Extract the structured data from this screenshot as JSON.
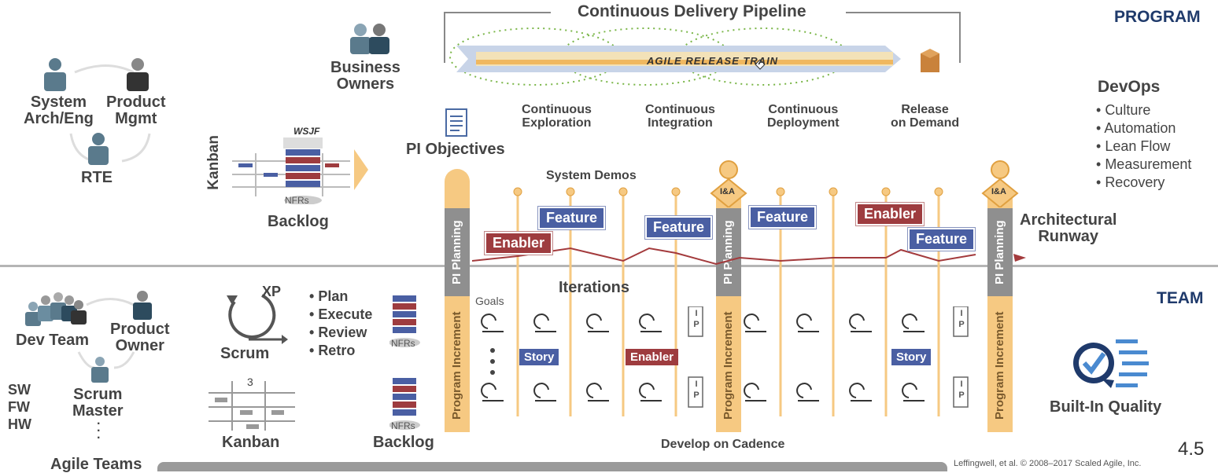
{
  "corners": {
    "program": "PROGRAM",
    "team": "TEAM",
    "slide_number": "4.5"
  },
  "program_roles": {
    "system_arch": "System\nArch/Eng",
    "product_mgmt": "Product\nMgmt",
    "rte": "RTE"
  },
  "business_owners": "Business\nOwners",
  "program_backlog": {
    "kanban": "Kanban",
    "wsjf": "WSJF",
    "nfrs": "NFRs",
    "backlog": "Backlog"
  },
  "pipeline": {
    "title": "Continuous Delivery Pipeline",
    "art": "AGILE RELEASE TRAIN",
    "stages": [
      "Continuous\nExploration",
      "Continuous\nIntegration",
      "Continuous\nDeployment",
      "Release\non Demand"
    ]
  },
  "pi_objectives": "PI Objectives",
  "system_demos": "System Demos",
  "devops": {
    "title": "DevOps",
    "items": [
      "Culture",
      "Automation",
      "Lean Flow",
      "Measurement",
      "Recovery"
    ]
  },
  "architectural_runway": "Architectural\nRunway",
  "program_items": [
    "Enabler",
    "Feature",
    "Feature",
    "Feature",
    "Enabler",
    "Feature"
  ],
  "iterations": "Iterations",
  "goals": "Goals",
  "team_roles": {
    "dev_team": "Dev Team",
    "product_owner": "Product\nOwner",
    "scrum_master": "Scrum\nMaster",
    "agile_teams": "Agile Teams",
    "disciplines": [
      "SW",
      "FW",
      "HW"
    ]
  },
  "scrum": {
    "xp": "XP",
    "scrum": "Scrum",
    "steps": [
      "Plan",
      "Execute",
      "Review",
      "Retro"
    ]
  },
  "team_kanban": {
    "label": "Kanban",
    "wip": "3"
  },
  "team_backlog": {
    "nfrs": "NFRs",
    "label": "Backlog"
  },
  "team_items": [
    "Story",
    "Enabler",
    "Story"
  ],
  "pi_planning": "PI Planning",
  "program_increment": "Program Increment",
  "ip": "I\nP",
  "ia": "I&A",
  "develop_on_cadence": "Develop on Cadence",
  "built_in_quality": "Built-In Quality",
  "copyright": "Leffingwell, et al. © 2008–2017 Scaled Agile, Inc.",
  "colors": {
    "feature": "#4a5fa3",
    "enabler": "#9e3c3f",
    "pillar": "#f6c982",
    "navy": "#1f3a6b"
  }
}
